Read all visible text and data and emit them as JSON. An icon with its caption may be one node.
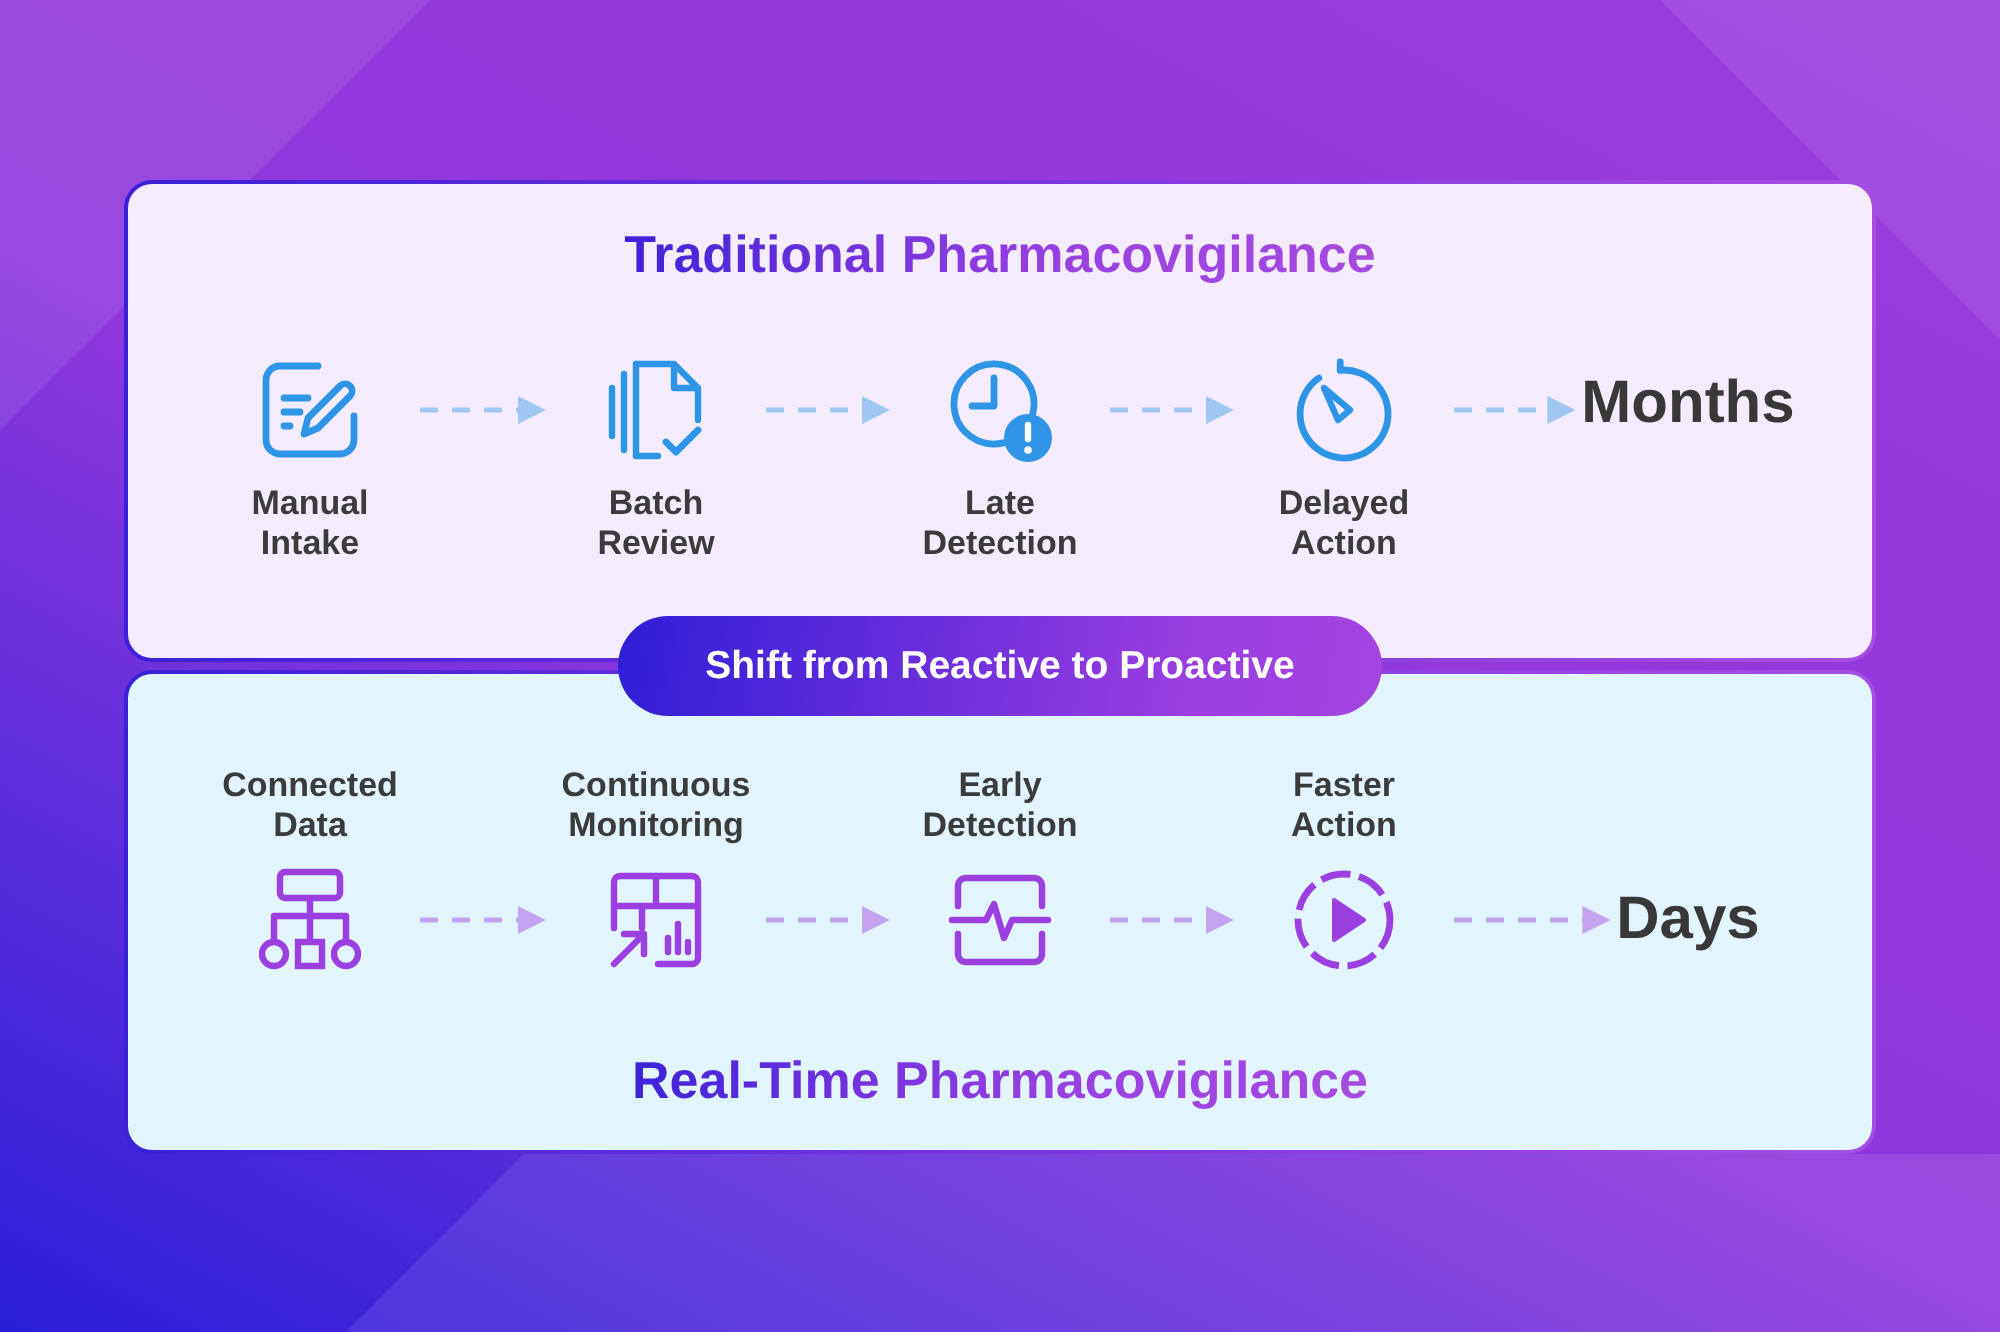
{
  "diagram": {
    "nodes": [
      {
        "text": [
          "Traditional Pharmacovigilance"
        ]
      },
      {
        "text": [
          "Manual Intake"
        ],
        "in": 0
      },
      {
        "text": [
          "Batch Review"
        ],
        "in": 0
      },
      {
        "text": [
          "Late Detection"
        ],
        "in": 0
      },
      {
        "text": [
          "Delayed Action"
        ],
        "in": 0
      },
      {
        "text": [
          "Months"
        ],
        "in": 0
      },
      {
        "text": [
          "Shift from Reactive to Proactive"
        ]
      },
      {
        "text": [
          "Real-Time Pharmacovigilance"
        ]
      },
      {
        "text": [
          "Connected Data"
        ],
        "in": 7
      },
      {
        "text": [
          "Continuous Monitoring"
        ],
        "in": 7
      },
      {
        "text": [
          "Early Detection"
        ],
        "in": 7
      },
      {
        "text": [
          "Faster Action"
        ],
        "in": 7
      },
      {
        "text": [
          "Days"
        ],
        "in": 7
      }
    ],
    "edges": [
      {
        "from": 1,
        "to": 2,
        "arrow": "to",
        "style": "dashed",
        "color": "#9fc7f2"
      },
      {
        "from": 2,
        "to": 3,
        "arrow": "to",
        "style": "dashed",
        "color": "#9fc7f2"
      },
      {
        "from": 3,
        "to": 4,
        "arrow": "to",
        "style": "dashed",
        "color": "#9fc7f2"
      },
      {
        "from": 4,
        "to": 5,
        "arrow": "to",
        "style": "dashed",
        "color": "#9fc7f2"
      },
      {
        "from": 8,
        "to": 9,
        "arrow": "to",
        "style": "dashed",
        "color": "#c5a4ef"
      },
      {
        "from": 9,
        "to": 10,
        "arrow": "to",
        "style": "dashed",
        "color": "#c5a4ef"
      },
      {
        "from": 10,
        "to": 11,
        "arrow": "to",
        "style": "dashed",
        "color": "#c5a4ef"
      },
      {
        "from": 11,
        "to": 12,
        "arrow": "to",
        "style": "dashed",
        "color": "#c5a4ef"
      }
    ]
  }
}
